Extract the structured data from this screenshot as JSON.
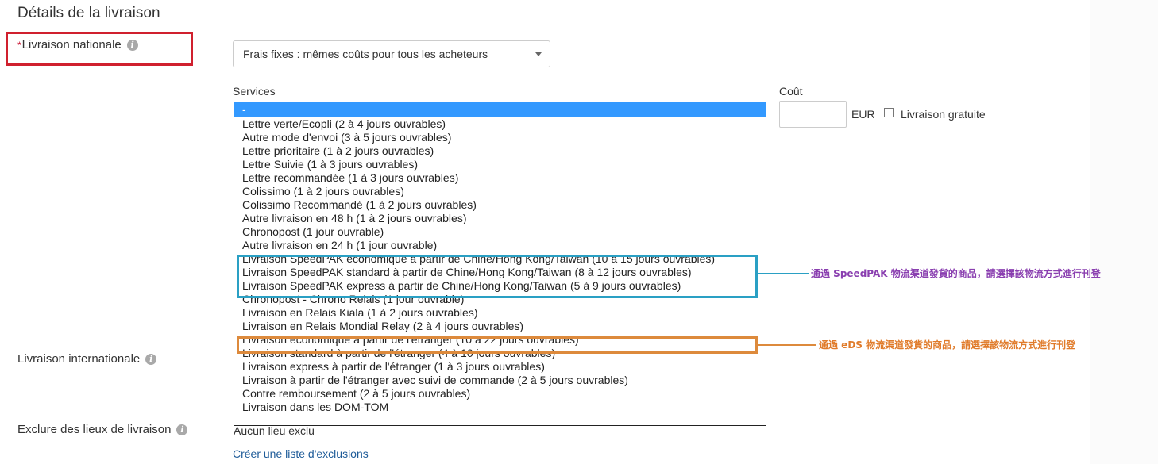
{
  "section_title": "Détails de la livraison",
  "domestic": {
    "required_marker": "*",
    "label": "Livraison nationale",
    "info_glyph": "i",
    "type_select_value": "Frais fixes : mêmes coûts pour tous les acheteurs",
    "services_label": "Services",
    "cost_label": "Coût",
    "currency": "EUR",
    "free_shipping_label": "Livraison gratuite",
    "free_shipping_checked": false
  },
  "services_options": [
    "-",
    "Lettre verte/Ecopli (2 à 4 jours ouvrables)",
    "Autre mode d'envoi (3 à 5 jours ouvrables)",
    "Lettre prioritaire (1 à 2 jours ouvrables)",
    "Lettre Suivie (1 à 3 jours ouvrables)",
    "Lettre recommandée (1 à 3 jours ouvrables)",
    "Colissimo (1 à 2 jours ouvrables)",
    "Colissimo Recommandé (1 à 2 jours ouvrables)",
    "Autre livraison en 48 h (1 à 2 jours ouvrables)",
    "Chronopost (1 jour ouvrable)",
    "Autre livraison en 24 h (1 jour ouvrable)",
    "Livraison SpeedPAK économique à partir de Chine/Hong Kong/Taiwan (10 à 15 jours ouvrables)",
    "Livraison SpeedPAK standard à partir de Chine/Hong Kong/Taiwan (8 à 12 jours ouvrables)",
    "Livraison SpeedPAK express à partir de Chine/Hong Kong/Taiwan (5 à 9 jours ouvrables)",
    "Chronopost - Chrono Relais (1 jour ouvrable)",
    "Livraison en Relais Kiala (1 à 2 jours ouvrables)",
    "Livraison en Relais Mondial Relay (2 à 4 jours ouvrables)",
    "Livraison économique à partir de l'étranger (10 à 22 jours ouvrables)",
    "Livraison standard à partir de l'étranger (4 à 10 jours ouvrables)",
    "Livraison express à partir de l'étranger (1 à 3 jours ouvrables)",
    "Livraison à partir de l'étranger avec suivi de commande (2 à 5 jours ouvrables)",
    "Contre remboursement (2 à 5 jours ouvrables)",
    "Livraison dans les DOM-TOM"
  ],
  "selected_option_index": 0,
  "international": {
    "label": "Livraison internationale",
    "info_glyph": "i"
  },
  "exclusions": {
    "label": "Exclure des lieux de livraison",
    "info_glyph": "i",
    "value": "Aucun lieu exclu",
    "create_link": "Créer une liste d'exclusions"
  },
  "annotations": {
    "speedpak_note": "通過 SpeedPAK 物流渠道發貨的商品，請選擇該物流方式進行刊登",
    "eds_note": "通過 eDS 物流渠道發貨的商品，請選擇該物流方式進行刊登"
  },
  "colors": {
    "required_box": "#d0202e",
    "speedpak_highlight": "#2aa0c4",
    "eds_highlight": "#dd8a3c",
    "speedpak_note_text": "#8a3fb0",
    "eds_note_text": "#e07b2a",
    "selected_option_bg": "#3399ff",
    "link": "#1f5c99"
  }
}
